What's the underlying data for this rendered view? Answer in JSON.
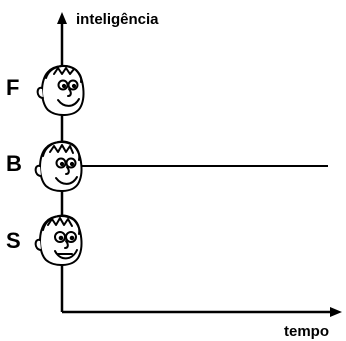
{
  "diagram": {
    "y_axis_label": "inteligência",
    "x_axis_label": "tempo",
    "levels": [
      {
        "letter": "F",
        "face": "cartoon-face-icon"
      },
      {
        "letter": "B",
        "face": "cartoon-face-icon"
      },
      {
        "letter": "S",
        "face": "cartoon-face-icon"
      }
    ],
    "reference_line_level": "B"
  }
}
